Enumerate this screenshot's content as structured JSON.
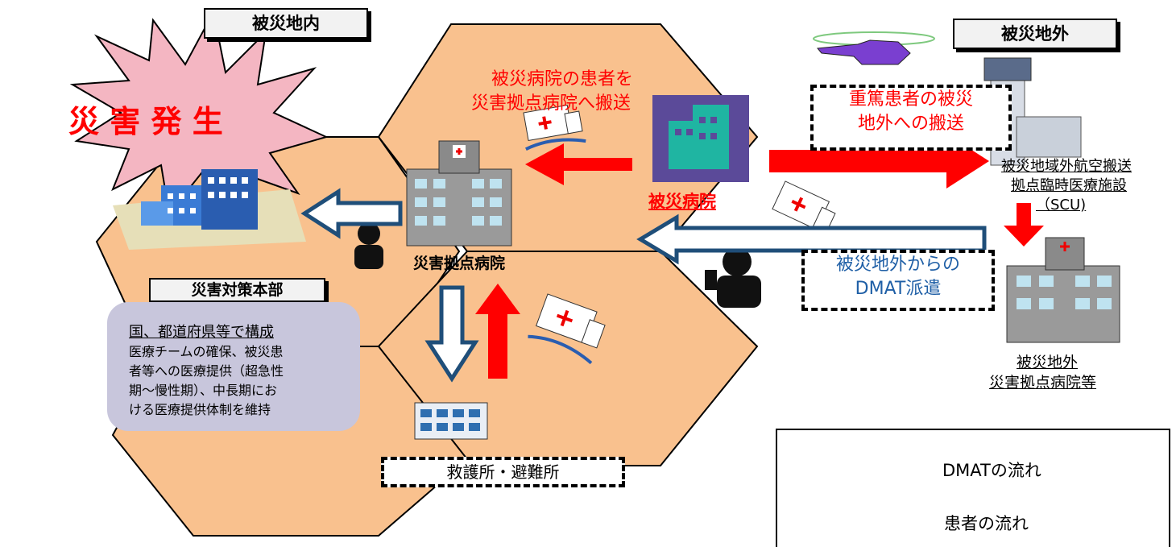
{
  "labels": {
    "disaster_area": "被災地内",
    "outside_area": "被災地外",
    "disaster_occurrence": "災 害 発 生",
    "transport_note": [
      "被災病院の患者を",
      "災害拠点病院へ搬送"
    ],
    "affected_hospital": "被災病院",
    "base_hospital": "災害拠点病院",
    "hq": "災害対策本部",
    "hq_note_title": "国、都道府県等で構成",
    "hq_note_body": [
      "医療チームの確保、被災患",
      "者等への医療提供（超急性",
      "期～慢性期）、中長期にお",
      "ける医療提供体制を維持"
    ],
    "first_aid": "救護所・避難所",
    "serious_transport": [
      "重篤患者の被災",
      "地外への搬送"
    ],
    "scu": [
      "被災地域外航空搬送",
      "拠点臨時医療施設",
      "（SCU)"
    ],
    "dmat_dispatch": [
      "被災地外からの",
      "DMAT派遣"
    ],
    "outside_hospital": [
      "被災地外",
      "災害拠点病院等"
    ]
  },
  "legend": {
    "dmat_flow": "DMATの流れ",
    "patient_flow": "患者の流れ"
  },
  "colors": {
    "hexagon": "#f9c18e",
    "patient_arrow": "#ff0000",
    "dmat_arrow": "#1f4e79",
    "burst": "#f4b6c2",
    "note_box": "#c8c6dc",
    "red_text": "#ff0000",
    "blue_text": "#1f5fa6"
  },
  "icons": [
    "explosion-burst-icon",
    "city-buildings-icon",
    "hospital-building-icon",
    "ambulance-icon",
    "helicopter-icon",
    "airport-tower-icon",
    "shelter-building-icon",
    "person-silhouette-icon"
  ]
}
